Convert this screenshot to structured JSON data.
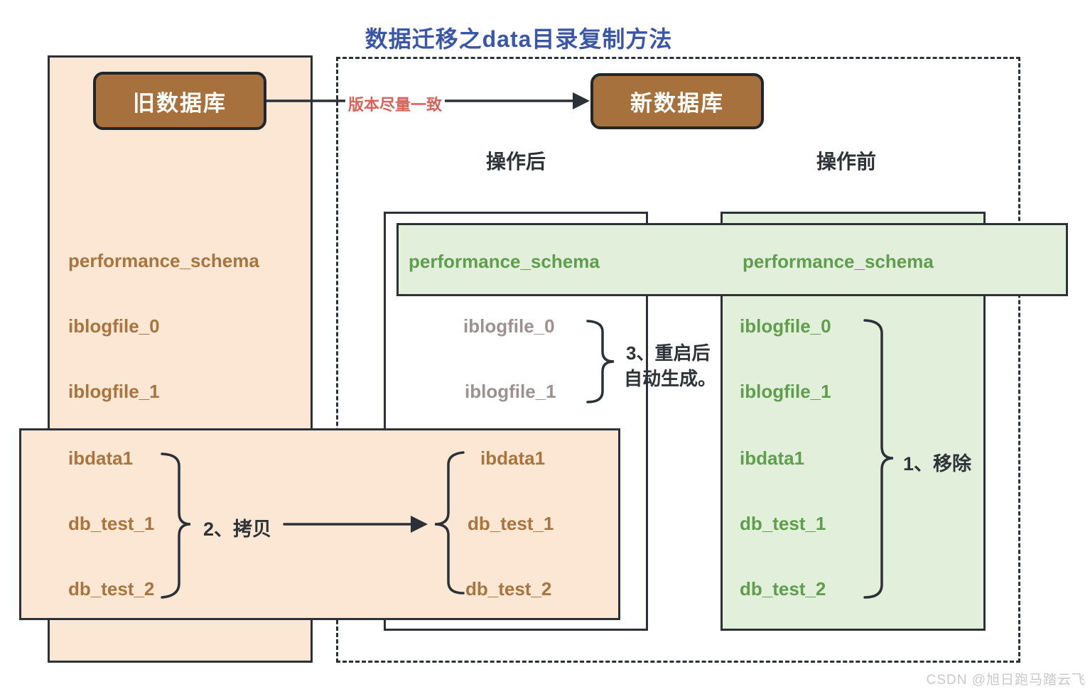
{
  "title": "数据迁移之data目录复制方法",
  "legend": {
    "old_db": "旧数据库",
    "new_db": "新数据库",
    "version_note": "版本尽量一致",
    "after": "操作后",
    "before": "操作前"
  },
  "old_db_panel": {
    "files": [
      "performance_schema",
      "iblogfile_0",
      "iblogfile_1"
    ],
    "copy_files": [
      "ibdata1",
      "db_test_1",
      "db_test_2"
    ]
  },
  "after_panel": {
    "schema": "performance_schema",
    "auto_files": [
      "iblogfile_0",
      "iblogfile_1"
    ],
    "copied_files": [
      "ibdata1",
      "db_test_1",
      "db_test_2"
    ]
  },
  "before_panel": {
    "schema": "performance_schema",
    "files": [
      "iblogfile_0",
      "iblogfile_1",
      "ibdata1",
      "db_test_1",
      "db_test_2"
    ]
  },
  "steps": {
    "remove": "1、移除",
    "copy": "2、拷贝",
    "regen_line1": "3、重启后",
    "regen_line2": "自动生成。"
  },
  "watermark": "CSDN @旭日跑马踏云飞",
  "colors": {
    "title_blue": "#3c56a6",
    "db_node_brown": "#a6713d",
    "peach_bg": "#fbe7d3",
    "brown_text": "#a8743f",
    "green_bg": "#e2efdb",
    "green_text": "#5f9e4c",
    "gray_text": "#9c9190",
    "red_note": "#d8625c",
    "line_dark": "#2b3137",
    "watermark_gray": "#c9c9c9"
  }
}
